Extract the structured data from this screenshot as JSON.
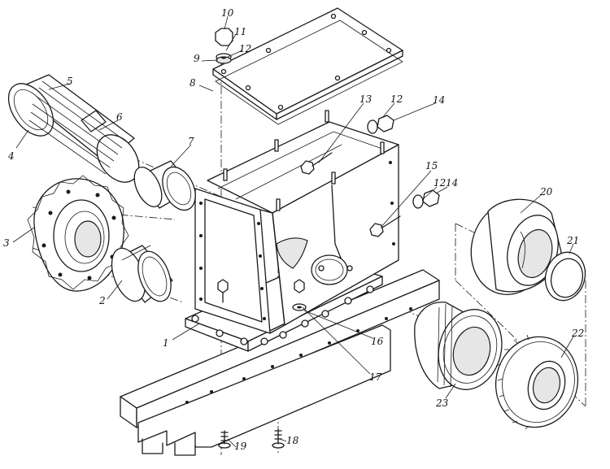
{
  "callouts": [
    {
      "id": "c1",
      "text": "1"
    },
    {
      "id": "c2",
      "text": "2"
    },
    {
      "id": "c3",
      "text": "3"
    },
    {
      "id": "c4",
      "text": "4"
    },
    {
      "id": "c5",
      "text": "5"
    },
    {
      "id": "c6",
      "text": "6"
    },
    {
      "id": "c7",
      "text": "7"
    },
    {
      "id": "c8",
      "text": "8"
    },
    {
      "id": "c9",
      "text": "9"
    },
    {
      "id": "c10",
      "text": "10"
    },
    {
      "id": "c11",
      "text": "11"
    },
    {
      "id": "c12a",
      "text": "12"
    },
    {
      "id": "c12b",
      "text": "12"
    },
    {
      "id": "c12c",
      "text": "12"
    },
    {
      "id": "c13",
      "text": "13"
    },
    {
      "id": "c14a",
      "text": "14"
    },
    {
      "id": "c14b",
      "text": "14"
    },
    {
      "id": "c15",
      "text": "15"
    },
    {
      "id": "c16",
      "text": "16"
    },
    {
      "id": "c17",
      "text": "17"
    },
    {
      "id": "c18",
      "text": "18"
    },
    {
      "id": "c19",
      "text": "19"
    },
    {
      "id": "c20",
      "text": "20"
    },
    {
      "id": "c21",
      "text": "21"
    },
    {
      "id": "c22",
      "text": "22"
    },
    {
      "id": "c23",
      "text": "23"
    }
  ]
}
